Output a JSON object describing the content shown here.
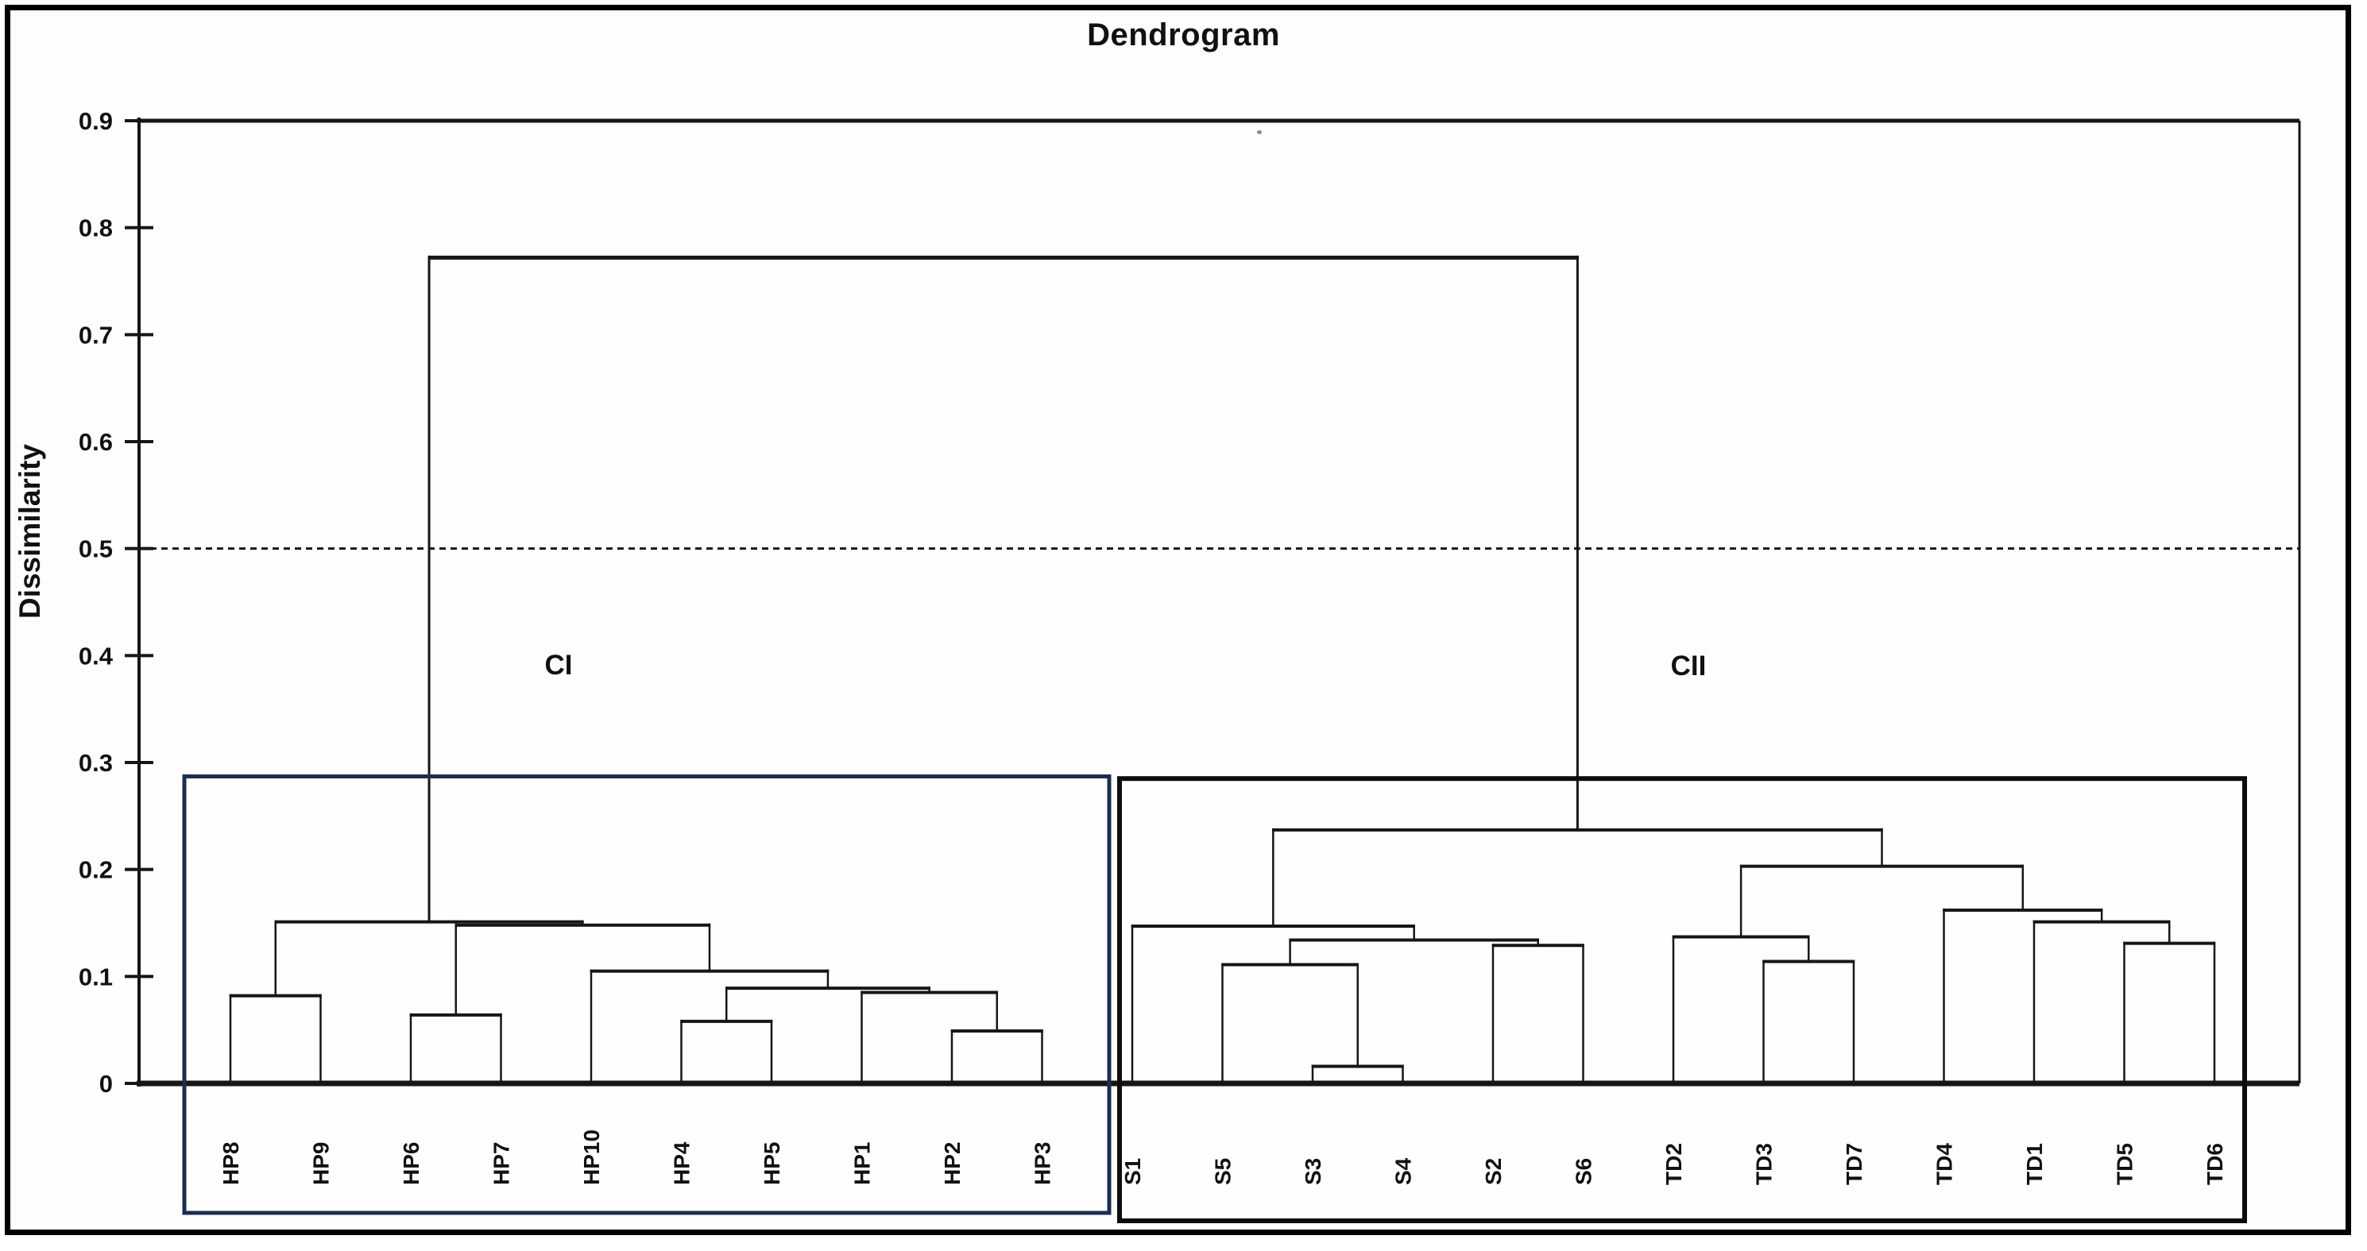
{
  "figure": {
    "title": "Dendrogram",
    "y_axis": {
      "label": "Dissimilarity",
      "tick_labels": [
        "0.9",
        "0.8",
        "0.7",
        "0.6",
        "0.5",
        "0.4",
        "0.3",
        "0.2",
        "0.1",
        "0"
      ],
      "min": 0,
      "max": 0.9
    },
    "threshold_line": {
      "value": 0.5,
      "style": "dashed"
    }
  },
  "chart_data": {
    "type": "dendrogram",
    "title": "Dendrogram",
    "ylabel": "Dissimilarity",
    "ylim": [
      0,
      0.9
    ],
    "yticks": [
      0.9,
      0.8,
      0.7,
      0.6,
      0.5,
      0.4,
      0.3,
      0.2,
      0.1,
      0
    ],
    "grid": false,
    "threshold": 0.5,
    "root_height": 0.772,
    "leaves": [
      "HP8",
      "HP9",
      "HP6",
      "HP7",
      "HP10",
      "HP4",
      "HP5",
      "HP1",
      "HP2",
      "HP3",
      "S1",
      "S5",
      "S3",
      "S4",
      "S2",
      "S6",
      "TD2",
      "TD3",
      "TD7",
      "TD4",
      "TD1",
      "TD5",
      "TD6"
    ],
    "merges": [
      {
        "id": "m1",
        "children": [
          "HP8",
          "HP9"
        ],
        "height": 0.082
      },
      {
        "id": "m2",
        "children": [
          "HP6",
          "HP7"
        ],
        "height": 0.064
      },
      {
        "id": "m3",
        "children": [
          "HP4",
          "HP5"
        ],
        "height": 0.058
      },
      {
        "id": "m4",
        "children": [
          "HP2",
          "HP3"
        ],
        "height": 0.049
      },
      {
        "id": "m5",
        "children": [
          "HP1",
          "m4"
        ],
        "height": 0.085
      },
      {
        "id": "m6",
        "children": [
          "m3",
          "m5"
        ],
        "height": 0.089
      },
      {
        "id": "m7",
        "children": [
          "HP10",
          "m6"
        ],
        "height": 0.105
      },
      {
        "id": "m8",
        "children": [
          "m2",
          "m7"
        ],
        "height": 0.148
      },
      {
        "id": "m9",
        "children": [
          "m1",
          "m8"
        ],
        "height": 0.151
      },
      {
        "id": "n1",
        "children": [
          "S3",
          "S4"
        ],
        "height": 0.016
      },
      {
        "id": "n2",
        "children": [
          "S5",
          "n1"
        ],
        "height": 0.111
      },
      {
        "id": "n3",
        "children": [
          "S2",
          "S6"
        ],
        "height": 0.129
      },
      {
        "id": "n4",
        "children": [
          "n2",
          "n3"
        ],
        "height": 0.134
      },
      {
        "id": "n5",
        "children": [
          "S1",
          "n4"
        ],
        "height": 0.147
      },
      {
        "id": "n6",
        "children": [
          "TD3",
          "TD7"
        ],
        "height": 0.114
      },
      {
        "id": "n7",
        "children": [
          "TD2",
          "n6"
        ],
        "height": 0.137
      },
      {
        "id": "n8",
        "children": [
          "TD5",
          "TD6"
        ],
        "height": 0.131
      },
      {
        "id": "n9",
        "children": [
          "TD1",
          "n8"
        ],
        "height": 0.151
      },
      {
        "id": "n10",
        "children": [
          "TD4",
          "n9"
        ],
        "height": 0.162
      },
      {
        "id": "n11",
        "children": [
          "n7",
          "n10"
        ],
        "height": 0.203
      },
      {
        "id": "n12",
        "children": [
          "n5",
          "n11"
        ],
        "height": 0.237
      },
      {
        "id": "root",
        "children": [
          "m9",
          "n12"
        ],
        "height": 0.772
      }
    ],
    "clusters": [
      {
        "label": "CI",
        "leaves": [
          "HP8",
          "HP9",
          "HP6",
          "HP7",
          "HP10",
          "HP4",
          "HP5",
          "HP1",
          "HP2",
          "HP3"
        ],
        "box_top_value": 0.287
      },
      {
        "label": "CII",
        "leaves": [
          "S1",
          "S5",
          "S3",
          "S4",
          "S2",
          "S6",
          "TD2",
          "TD3",
          "TD7",
          "TD4",
          "TD1",
          "TD5",
          "TD6"
        ],
        "box_top_value": 0.285
      }
    ]
  },
  "colors": {
    "line": "#161616",
    "axis": "#1a1a1a",
    "threshold": "#161616",
    "ci_box": "#1c2d52",
    "cii_box": "#0d0d0d",
    "background": "#fffefd"
  }
}
